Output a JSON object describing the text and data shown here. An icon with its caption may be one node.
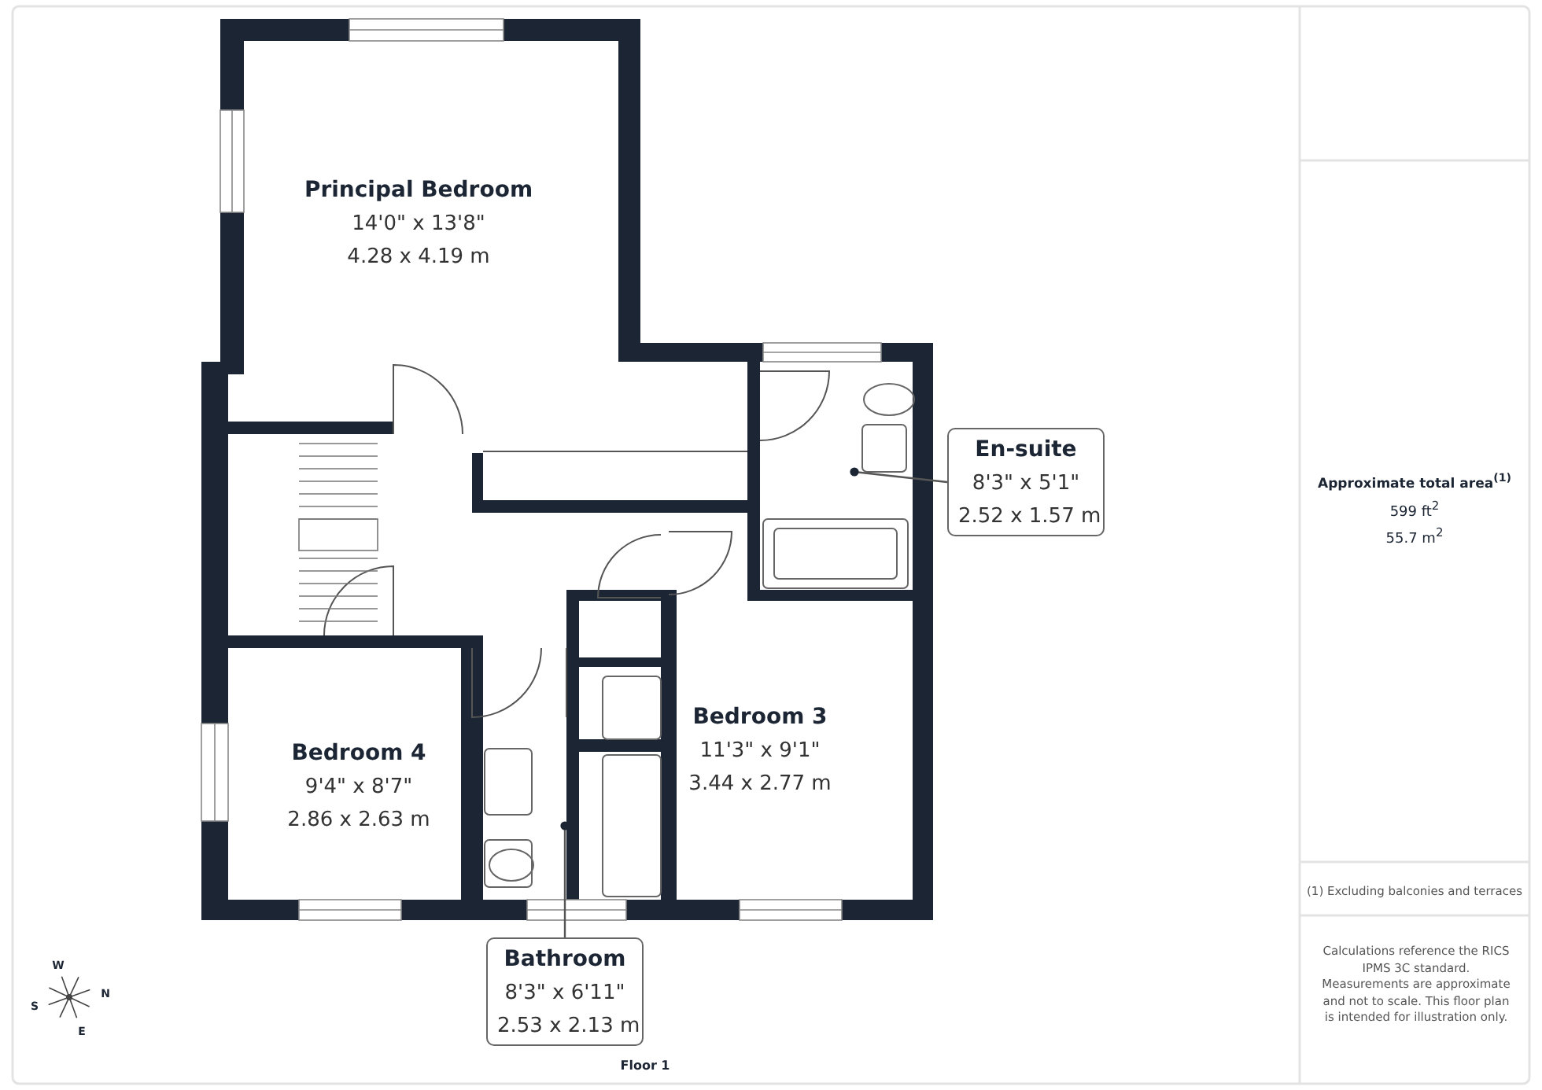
{
  "diagram": {
    "nodes": [
      {
        "text": [
          "Principal Bedroom",
          "14'0\" x 13'8\"",
          "4.28 x 4.19 m"
        ]
      },
      {
        "text": [
          "En-suite",
          "8'3\" x 5'1\"",
          "2.52 x 1.57 m"
        ]
      },
      {
        "text": [
          "Bedroom 3",
          "11'3\" x 9'1\"",
          "3.44 x 2.77 m"
        ]
      },
      {
        "text": [
          "Bedroom 4",
          "9'4\" x 8'7\"",
          "2.86 x 2.63 m"
        ]
      },
      {
        "text": [
          "Bathroom",
          "8'3\" x 6'11\"",
          "2.53 x 2.13 m"
        ]
      }
    ],
    "edges": [
      {
        "from": 1,
        "to": null,
        "arrow": "other"
      },
      {
        "from": 4,
        "to": null,
        "arrow": "other"
      }
    ],
    "labels": [
      "Approximate total area$^{(1)}$",
      "599 ft$^{2}$",
      "55.7 m$^{2}$",
      "(1) Excluding balconies and terraces",
      "Calculations reference the RICS IPMS 3C standard. Measurements are approximate and not to scale. This floor plan is intended for illustration only.",
      "W",
      "N",
      "S",
      "E",
      "Floor 1"
    ]
  }
}
